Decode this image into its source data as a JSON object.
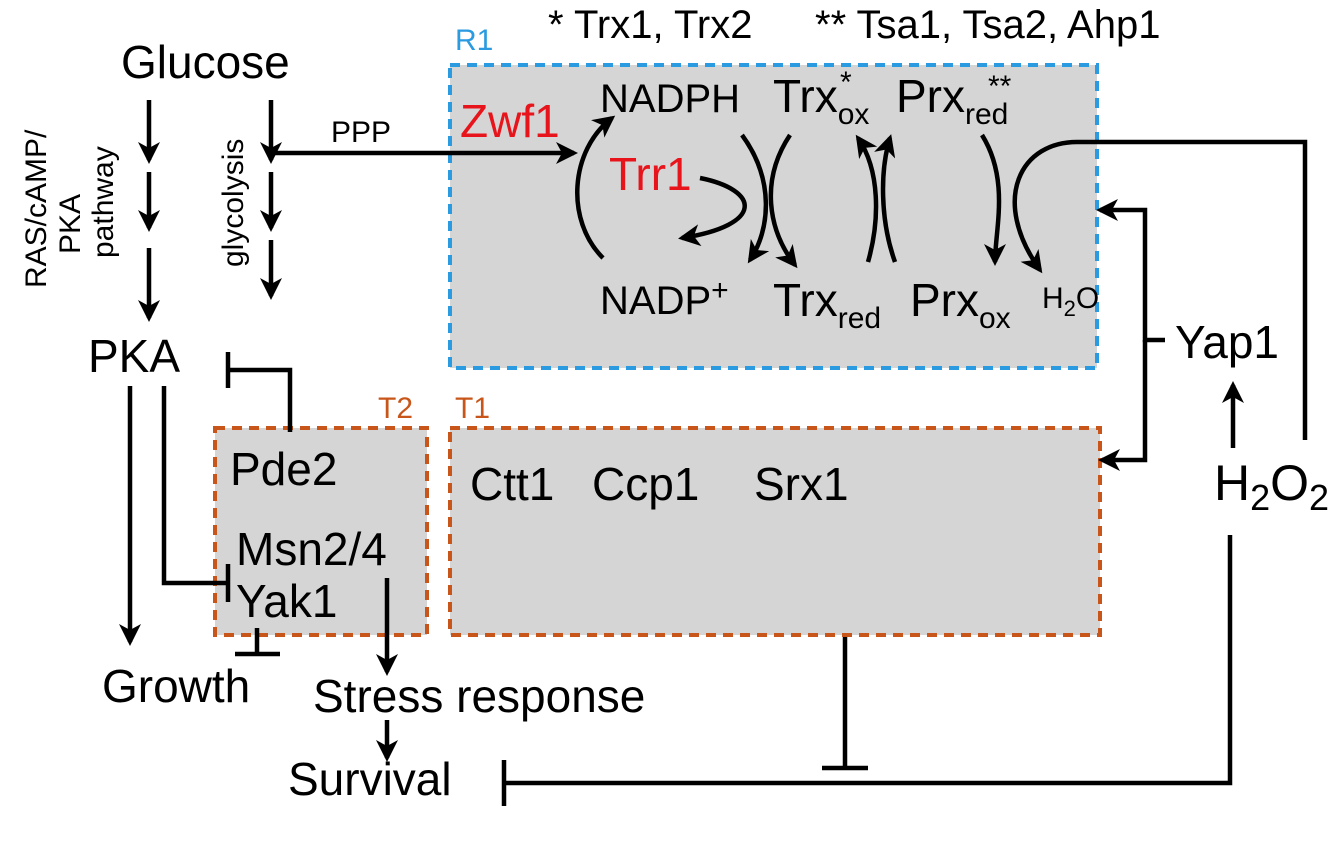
{
  "legend": {
    "trx": "* Trx1, Trx2",
    "prx": "** Tsa1, Tsa2, Ahp1"
  },
  "boxes": {
    "r1": "R1",
    "t1": "T1",
    "t2": "T2"
  },
  "left": {
    "glucose": "Glucose",
    "pathway_line1": "RAS/cAMP/",
    "pathway_line2": "PKA",
    "pathway_line3": "pathway",
    "glycolysis": "glycolysis",
    "ppp": "PPP",
    "pka": "PKA",
    "growth": "Growth",
    "stress": "Stress response",
    "survival": "Survival"
  },
  "t2": {
    "pde2": "Pde2",
    "msn": "Msn2/4",
    "yak1": "Yak1"
  },
  "t1": {
    "ctt1": "Ctt1",
    "ccp1": "Ccp1",
    "srx1": "Srx1"
  },
  "r1_content": {
    "zwf1": "Zwf1",
    "trr1": "Trr1",
    "nadph": "NADPH",
    "nadp": "NADP",
    "nadp_sup": "+",
    "trx": "Trx",
    "ox": "ox",
    "red": "red",
    "star1": "*",
    "prx": "Prx",
    "star2": "**",
    "h2o_h": "H",
    "h2o_2": "2",
    "h2o_o": "O"
  },
  "right": {
    "yap1": "Yap1",
    "h2o2_h": "H",
    "h2o2_2a": "2",
    "h2o2_o": "O",
    "h2o2_2b": "2"
  },
  "colors": {
    "r1_border": "#2a9be0",
    "t_border": "#c8561a",
    "box_fill": "#d5d5d5",
    "highlight": "#e8141b"
  }
}
